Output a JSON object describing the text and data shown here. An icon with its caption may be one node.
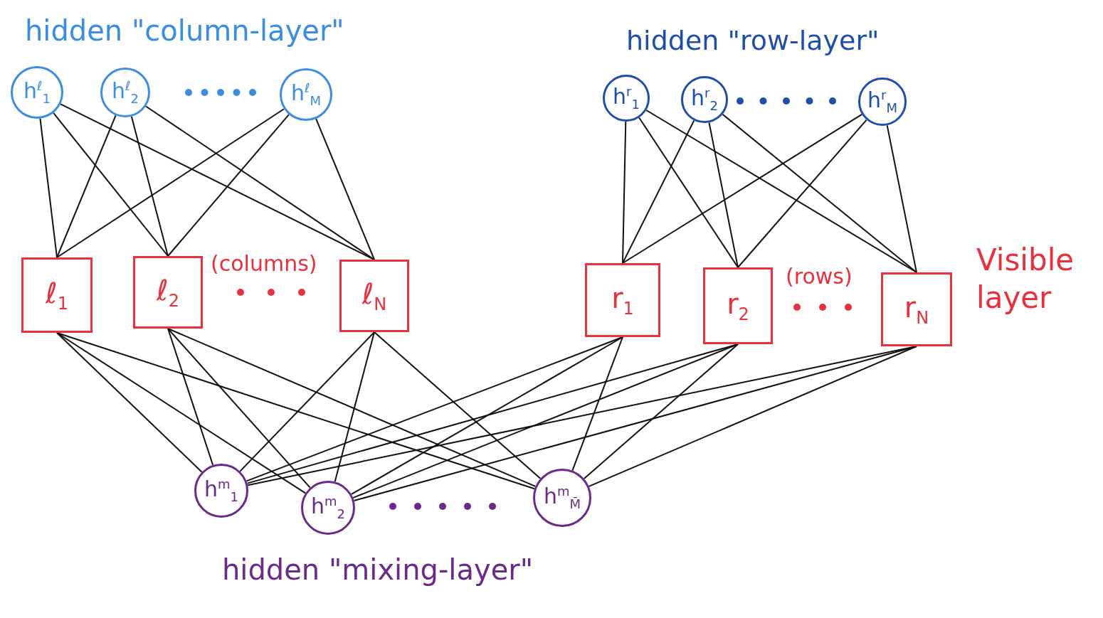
{
  "diagram": {
    "nodes": [
      {
        "text": [
          "h$^{ℓ}$$_{1}$"
        ]
      },
      {
        "text": [
          "h$^{ℓ}$$_{2}$"
        ]
      },
      {
        "text": [
          "h$^{ℓ}$$_{M}$"
        ]
      },
      {
        "text": [
          "h$^{r}$$_{1}$"
        ]
      },
      {
        "text": [
          "h$^{r}$$_{2}$"
        ]
      },
      {
        "text": [
          "h$^{r}$$_{M}$"
        ]
      },
      {
        "text": [
          "ℓ$_{1}$"
        ]
      },
      {
        "text": [
          "ℓ$_{2}$"
        ]
      },
      {
        "text": [
          "ℓ$_{N}$"
        ]
      },
      {
        "text": [
          "r$_{1}$"
        ]
      },
      {
        "text": [
          "r$_{2}$"
        ]
      },
      {
        "text": [
          "r$_{N}$"
        ]
      },
      {
        "text": [
          "h$^{m}$$_{1}$"
        ]
      },
      {
        "text": [
          "h$^{m}$$_{2}$"
        ]
      },
      {
        "text": [
          "h$^{m}$$_{M̄}$"
        ]
      }
    ],
    "edges": [
      {
        "from": 0,
        "to": 6,
        "arrow": "none"
      },
      {
        "from": 0,
        "to": 7,
        "arrow": "none"
      },
      {
        "from": 0,
        "to": 8,
        "arrow": "none"
      },
      {
        "from": 1,
        "to": 6,
        "arrow": "none"
      },
      {
        "from": 1,
        "to": 7,
        "arrow": "none"
      },
      {
        "from": 1,
        "to": 8,
        "arrow": "none"
      },
      {
        "from": 2,
        "to": 6,
        "arrow": "none"
      },
      {
        "from": 2,
        "to": 7,
        "arrow": "none"
      },
      {
        "from": 2,
        "to": 8,
        "arrow": "none"
      },
      {
        "from": 3,
        "to": 9,
        "arrow": "none"
      },
      {
        "from": 3,
        "to": 10,
        "arrow": "none"
      },
      {
        "from": 3,
        "to": 11,
        "arrow": "none"
      },
      {
        "from": 4,
        "to": 9,
        "arrow": "none"
      },
      {
        "from": 4,
        "to": 10,
        "arrow": "none"
      },
      {
        "from": 4,
        "to": 11,
        "arrow": "none"
      },
      {
        "from": 5,
        "to": 9,
        "arrow": "none"
      },
      {
        "from": 5,
        "to": 10,
        "arrow": "none"
      },
      {
        "from": 5,
        "to": 11,
        "arrow": "none"
      },
      {
        "from": 6,
        "to": 12,
        "arrow": "none"
      },
      {
        "from": 6,
        "to": 13,
        "arrow": "none"
      },
      {
        "from": 6,
        "to": 14,
        "arrow": "none"
      },
      {
        "from": 7,
        "to": 12,
        "arrow": "none"
      },
      {
        "from": 7,
        "to": 13,
        "arrow": "none"
      },
      {
        "from": 7,
        "to": 14,
        "arrow": "none"
      },
      {
        "from": 8,
        "to": 12,
        "arrow": "none"
      },
      {
        "from": 8,
        "to": 13,
        "arrow": "none"
      },
      {
        "from": 8,
        "to": 14,
        "arrow": "none"
      },
      {
        "from": 9,
        "to": 12,
        "arrow": "none"
      },
      {
        "from": 9,
        "to": 13,
        "arrow": "none"
      },
      {
        "from": 9,
        "to": 14,
        "arrow": "none"
      },
      {
        "from": 10,
        "to": 12,
        "arrow": "none"
      },
      {
        "from": 10,
        "to": 13,
        "arrow": "none"
      },
      {
        "from": 10,
        "to": 14,
        "arrow": "none"
      },
      {
        "from": 11,
        "to": 12,
        "arrow": "none"
      },
      {
        "from": 11,
        "to": 13,
        "arrow": "none"
      },
      {
        "from": 11,
        "to": 14,
        "arrow": "none"
      }
    ],
    "labels": [
      "hidden \"column-layer\"",
      "hidden \"row-layer\"",
      "(columns)",
      "(rows)",
      "Visible layer",
      "hidden \"mixing-layer\""
    ]
  }
}
